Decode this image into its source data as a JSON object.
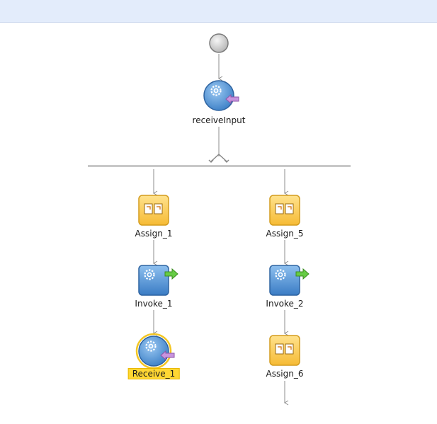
{
  "process": {
    "start_event": {
      "icon": "start-circle-icon"
    },
    "receive_input": {
      "label": "receiveInput",
      "icon": "receive-gear-icon"
    },
    "flow": {
      "icon": "flow-split-icon"
    },
    "branch_left": {
      "assign_1": {
        "label": "Assign_1",
        "icon": "assign-icon"
      },
      "invoke_1": {
        "label": "Invoke_1",
        "icon": "invoke-gear-icon"
      },
      "receive_1": {
        "label": "Receive_1",
        "icon": "receive-gear-icon",
        "selected": true
      }
    },
    "branch_right": {
      "assign_5": {
        "label": "Assign_5",
        "icon": "assign-icon"
      },
      "invoke_2": {
        "label": "Invoke_2",
        "icon": "invoke-gear-icon"
      },
      "assign_6": {
        "label": "Assign_6",
        "icon": "assign-icon"
      }
    }
  },
  "colors": {
    "header": "#e3ecfb",
    "connector": "#8c8c8c",
    "assign_fill": "#ffd05a",
    "assign_border": "#d39c1e",
    "activity_blue": "#4f93d6",
    "receive_arrow": "#c894de",
    "invoke_arrow": "#66cc44",
    "selection": "#ffd733"
  }
}
